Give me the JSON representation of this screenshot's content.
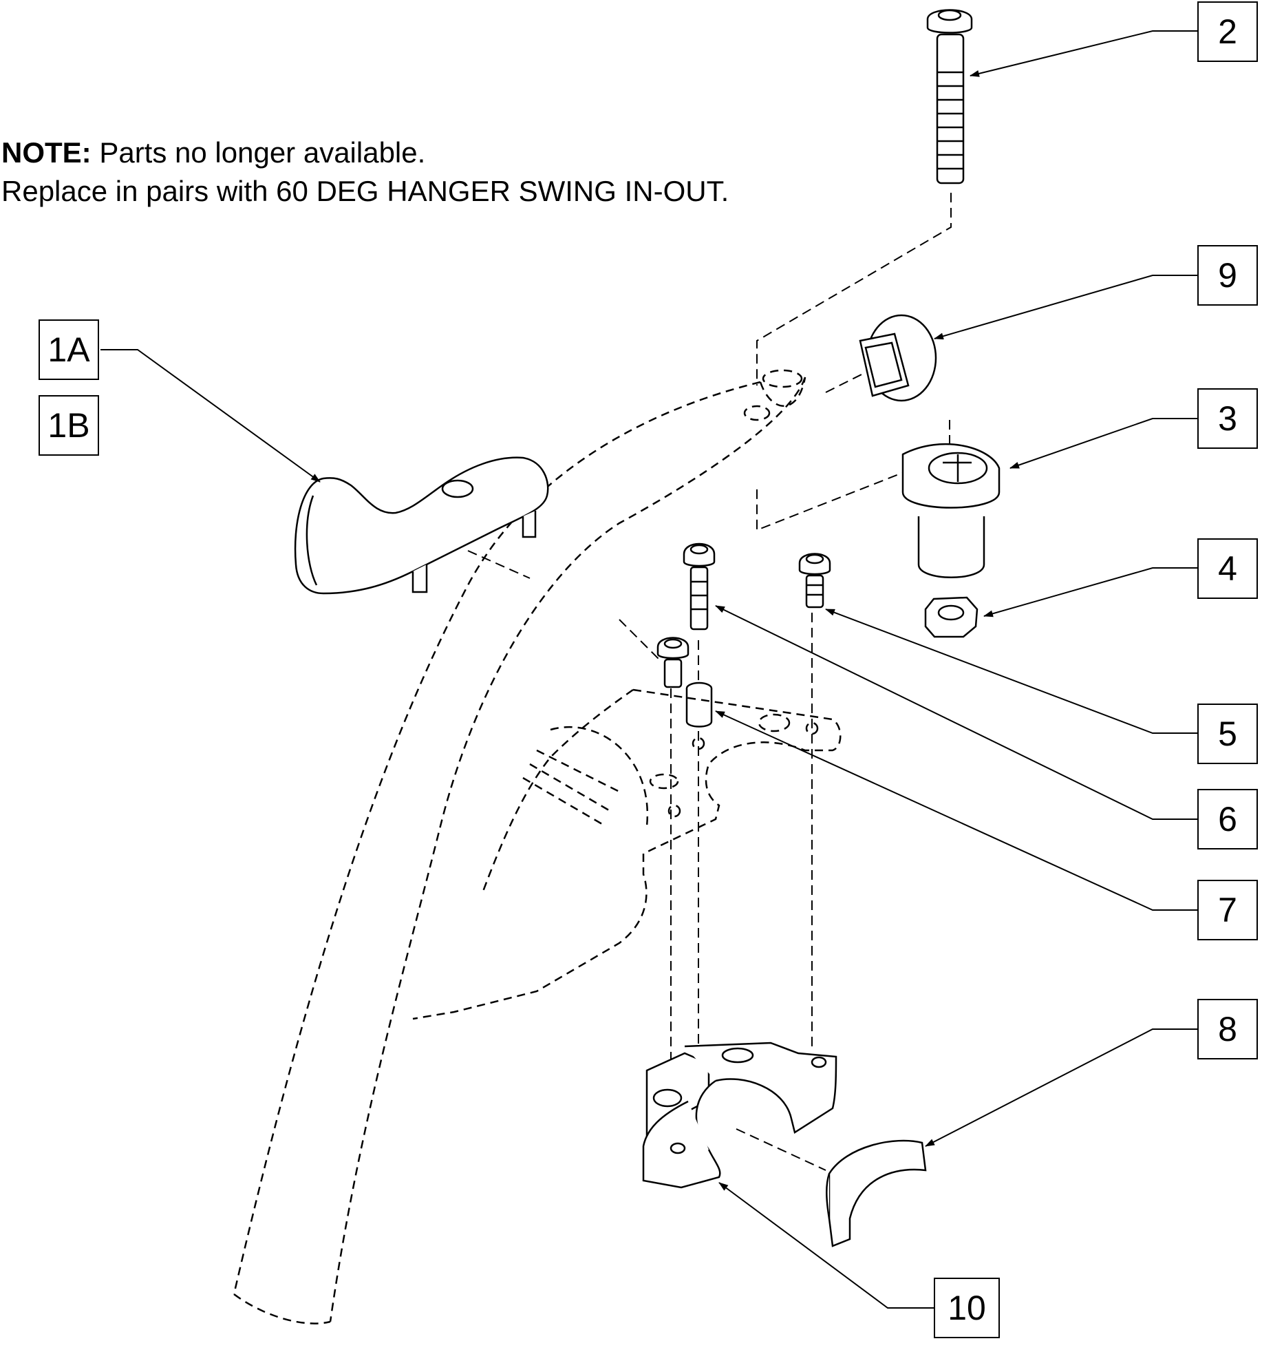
{
  "note": {
    "label": "NOTE:",
    "line1": "Parts no longer available.",
    "line2": "Replace in pairs with 60 DEG HANGER SWING IN-OUT."
  },
  "callouts": {
    "c1a": "1A",
    "c1b": "1B",
    "c2": "2",
    "c3": "3",
    "c4": "4",
    "c5": "5",
    "c6": "6",
    "c7": "7",
    "c8": "8",
    "c9": "9",
    "c10": "10"
  }
}
